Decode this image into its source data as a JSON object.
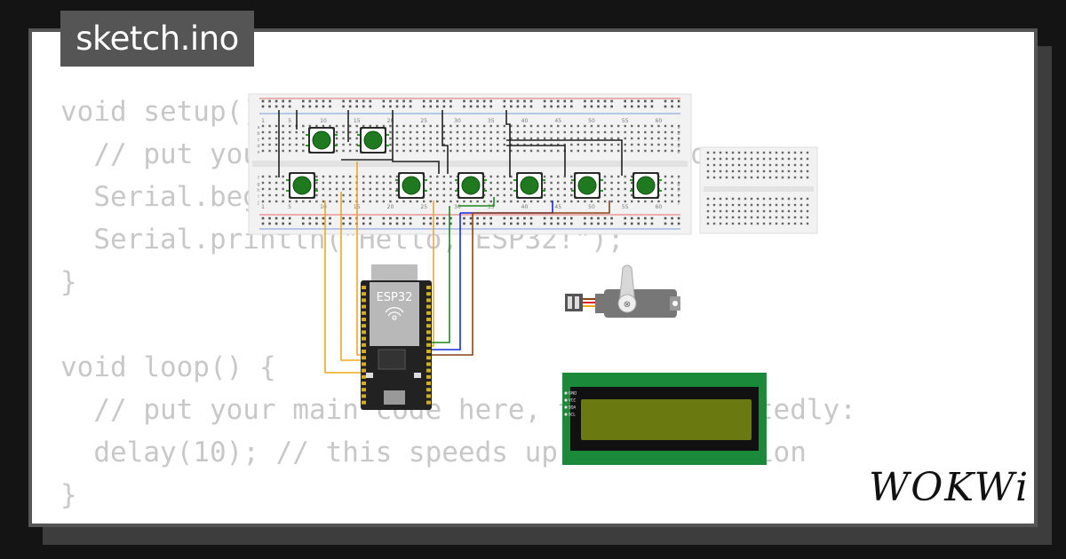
{
  "file_tab": {
    "label": "sketch.ino"
  },
  "code_lines": [
    "void setup() {",
    "  // put your setup code here, to run once:",
    "  Serial.begin(115200);",
    "  Serial.println(\"Hello, ESP32!\");",
    "}",
    "",
    "void loop() {",
    "  // put your main code here, to run repeatedly:",
    "  delay(10); // this speeds up the simulation",
    "}"
  ],
  "brand": {
    "logo_text": "WOKWi"
  },
  "circuit": {
    "esp32_label": "ESP32",
    "breadboard_numbers": [
      "1",
      "5",
      "10",
      "15",
      "20",
      "25",
      "30",
      "35",
      "40",
      "45",
      "50",
      "55",
      "60"
    ],
    "breadboard_row_letters": [
      "a",
      "b",
      "c",
      "d",
      "e",
      "f",
      "g",
      "h",
      "i",
      "j"
    ],
    "lcd_pins": [
      "GND",
      "VCC",
      "SDA",
      "SCL"
    ]
  },
  "colors": {
    "background": "#141414",
    "card": "#ffffff",
    "tab": "#555555",
    "code_text": "#c8c8c8",
    "button_green": "#1f7a1f",
    "lcd_board": "#1a8a3a",
    "lcd_screen": "#6b7a10"
  }
}
